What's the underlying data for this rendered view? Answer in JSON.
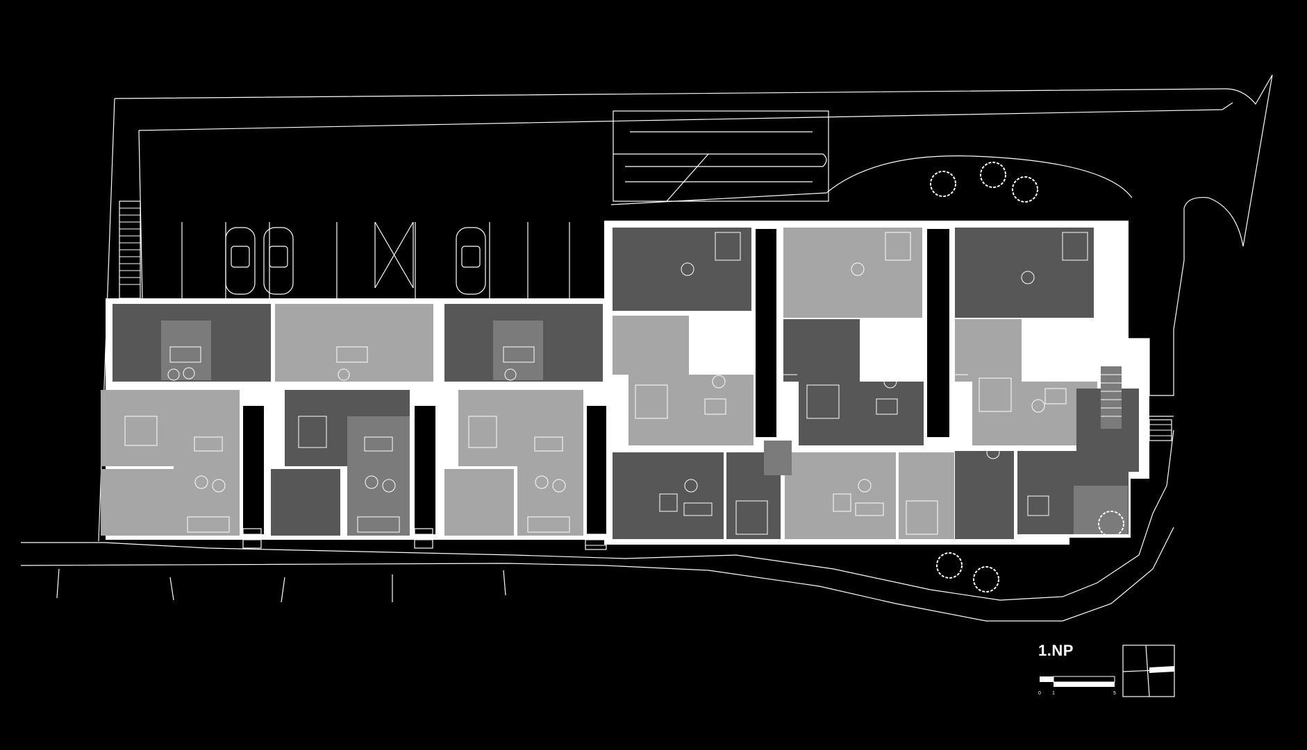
{
  "drawing": {
    "floor_label": "1.NP",
    "scale_labels": [
      "0",
      "1",
      "5"
    ]
  },
  "colors": {
    "background": "#000000",
    "line": "#ffffff",
    "dark_unit": "#575757",
    "light_unit": "#a6a6a6",
    "mid_unit": "#7b7b7b"
  },
  "icons": {
    "north_arrow": "north-arrow-icon",
    "car": "car-icon",
    "tree": "tree-icon",
    "stair": "stair-icon"
  }
}
